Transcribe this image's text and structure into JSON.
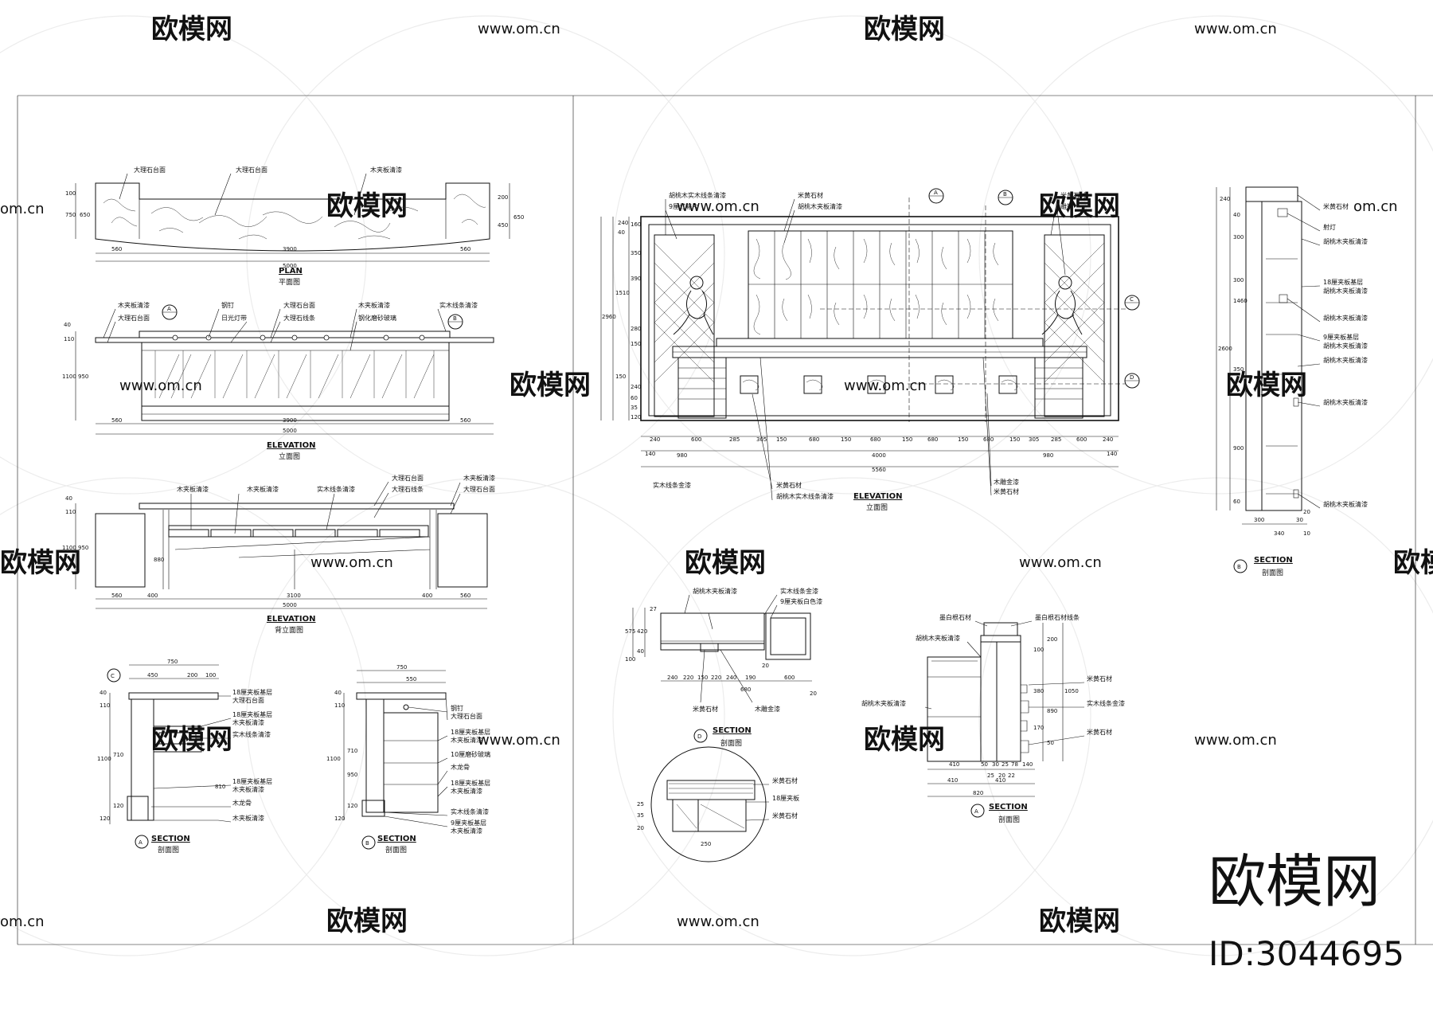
{
  "watermark": {
    "brand_text": "欧模网",
    "url_text": "www.om.cn",
    "url_fragment_left": "om.cn",
    "url_fragment_top_left": "om.cn",
    "big_brand": "欧模网",
    "id_text": "ID:3044695"
  },
  "left_sheet": {
    "plan": {
      "title": "PLAN",
      "subtitle": "平面图",
      "labels": [
        "大理石台面",
        "大理石台面",
        "木夹板清漆"
      ],
      "dims_bottom": [
        "560",
        "3900",
        "560",
        "5000"
      ],
      "dims_left": [
        "100",
        "750",
        "650"
      ],
      "dims_right": [
        "200",
        "450",
        "650"
      ]
    },
    "elevation": {
      "title": "ELEVATION",
      "subtitle": "立面图",
      "labels": [
        "木夹板清漆",
        "大理石台面",
        "钢钉",
        "日光灯带",
        "大理石台面",
        "大理石线条",
        "木夹板清漆",
        "钢化磨砂玻璃",
        "实木线条清漆"
      ],
      "dims_bottom": [
        "560",
        "3900",
        "560",
        "5000"
      ],
      "dims_left": [
        "40",
        "110",
        "1100",
        "950"
      ]
    },
    "back_elevation": {
      "title": "ELEVATION",
      "subtitle": "背立面图",
      "labels": [
        "木夹板清漆",
        "木夹板清漆",
        "实木线条清漆",
        "大理石台面",
        "大理石线条",
        "木夹板清漆",
        "大理石台面"
      ],
      "dims_bottom": [
        "560",
        "400",
        "3100",
        "400",
        "560",
        "5000"
      ],
      "dims_left": [
        "40",
        "110",
        "1100",
        "950",
        "880"
      ]
    },
    "section_a": {
      "marker": "A",
      "title": "SECTION",
      "subtitle": "剖面图",
      "labels": [
        "18厘夹板基层",
        "大理石台面",
        "18厘夹板基层",
        "木夹板清漆",
        "实木线条清漆",
        "18厘夹板基层",
        "木夹板清漆",
        "木龙骨",
        "木夹板清漆"
      ],
      "dims_top": [
        "750",
        "450",
        "200",
        "100"
      ],
      "dims_left": [
        "40",
        "110",
        "1100",
        "710",
        "810",
        "120",
        "120"
      ]
    },
    "section_b": {
      "marker": "B",
      "title": "SECTION",
      "subtitle": "剖面图",
      "labels": [
        "钢钉",
        "大理石台面",
        "18厘夹板基层",
        "木夹板清漆",
        "10厘磨砂玻璃",
        "木龙骨",
        "18厘夹板基层",
        "木夹板清漆",
        "实木线条清漆",
        "9厘夹板基层",
        "木夹板清漆"
      ],
      "dims_top": [
        "750",
        "550"
      ],
      "dims_left": [
        "40",
        "110",
        "1100",
        "710",
        "950",
        "120",
        "120"
      ]
    },
    "marker_c": "C"
  },
  "right_sheet": {
    "elevation": {
      "title": "ELEVATION",
      "subtitle": "立面图",
      "labels_top": [
        "胡桃木实木线条清漆",
        "9厘灯箱片",
        "米黄石材",
        "胡桃木夹板清漆",
        "米黄石材",
        "雕塑"
      ],
      "labels_bottom": [
        "实木线条金漆",
        "米黄石材",
        "胡桃木实木线条清漆",
        "木雕金漆",
        "米黄石材"
      ],
      "markers": [
        "A",
        "B",
        "C",
        "D"
      ],
      "dims_bottom_row1": [
        "240",
        "600",
        "285",
        "305",
        "150",
        "680",
        "150",
        "680",
        "150",
        "680",
        "150",
        "680",
        "150",
        "305",
        "285",
        "600",
        "240"
      ],
      "dims_bottom_row2": [
        "140",
        "980",
        "4000",
        "980",
        "140"
      ],
      "dims_bottom_total": "5560",
      "dims_left": [
        "240",
        "40",
        "160",
        "350",
        "390",
        "1510",
        "2960",
        "280",
        "150",
        "150",
        "240",
        "60",
        "35",
        "120"
      ]
    },
    "section_b": {
      "marker": "B",
      "title": "SECTION",
      "subtitle": "剖面图",
      "labels": [
        "米黄石材",
        "射灯",
        "胡桃木夹板清漆",
        "18厘夹板基层",
        "胡桃木夹板清漆",
        "胡桃木夹板清漆",
        "9厘夹板基层",
        "胡桃木夹板清漆",
        "胡桃木夹板清漆",
        "胡桃木夹板清漆",
        "胡桃木夹板清漆"
      ],
      "dims_left": [
        "240",
        "40",
        "300",
        "300",
        "1460",
        "2600",
        "350",
        "900",
        "60"
      ],
      "dims_bottom": [
        "300",
        "30",
        "340",
        "10",
        "20"
      ]
    },
    "section_d": {
      "marker": "D",
      "title": "SECTION",
      "subtitle": "剖面图",
      "labels": [
        "胡桃木夹板清漆",
        "实木线条金漆",
        "9厘夹板白色漆",
        "米黄石材",
        "木雕金漆",
        "米黄石材",
        "18厘夹板",
        "米黄石材"
      ],
      "dims_bottom": [
        "240",
        "220",
        "150",
        "220",
        "240",
        "190",
        "600",
        "680",
        "20",
        "20"
      ],
      "dims_left": [
        "575",
        "420",
        "100",
        "40",
        "27"
      ],
      "detail_dims": [
        "25",
        "35",
        "20",
        "250"
      ]
    },
    "section_a": {
      "marker": "A",
      "title": "SECTION",
      "subtitle": "剖面图",
      "labels": [
        "墨白根石材",
        "墨白根石材线条",
        "胡桃木夹板清漆",
        "胡桃木夹板清漆",
        "米黄石材",
        "实木线条金漆",
        "米黄石材"
      ],
      "dims_right": [
        "200",
        "100",
        "380",
        "1050",
        "890",
        "170",
        "50"
      ],
      "dims_bottom": [
        "410",
        "50",
        "30",
        "25",
        "78",
        "140",
        "25",
        "20",
        "22",
        "410",
        "410",
        "820"
      ]
    }
  }
}
